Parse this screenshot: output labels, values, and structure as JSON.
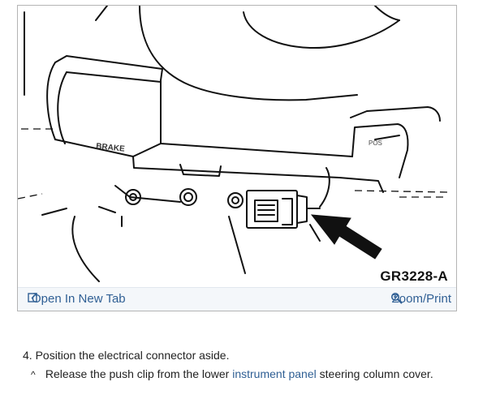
{
  "figure": {
    "code": "GR3228-A",
    "embossed_label": "BRAKE",
    "label_small": "POS",
    "toolbar": {
      "open_tab_label": "Open In New Tab",
      "zoom_label": "Zoom/Print",
      "open_tab_icon": "external-link-icon",
      "zoom_icon": "magnifier-icon"
    }
  },
  "instructions": {
    "step_number": "4.",
    "step_text": "Position the electrical connector aside.",
    "substep_bullet": "^",
    "substep_before_link": "Release the push clip from the lower",
    "substep_link": "instrument panel",
    "substep_after_link": "steering column cover."
  },
  "colors": {
    "link": "#2f5f94",
    "toolbar_bg": "#f4f7fa",
    "frame_border": "#b4b4b4"
  }
}
